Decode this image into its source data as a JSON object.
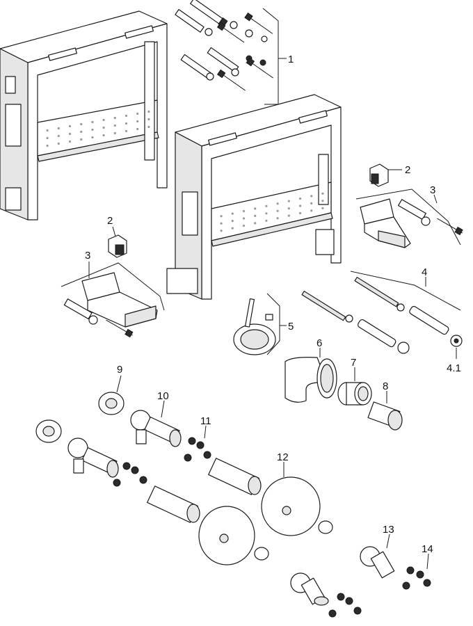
{
  "callouts": {
    "c1": "1",
    "c2a": "2",
    "c2b": "2",
    "c3a": "3",
    "c3b": "3",
    "c4": "4",
    "c41": "4.1",
    "c5": "5",
    "c6": "6",
    "c7": "7",
    "c8": "8",
    "c9": "9",
    "c10": "10",
    "c11": "11",
    "c12": "12",
    "c13": "13",
    "c14": "14"
  },
  "colors": {
    "line": "#1a1a1a",
    "fill": "#ffffff",
    "shade": "#e6e6e6"
  }
}
